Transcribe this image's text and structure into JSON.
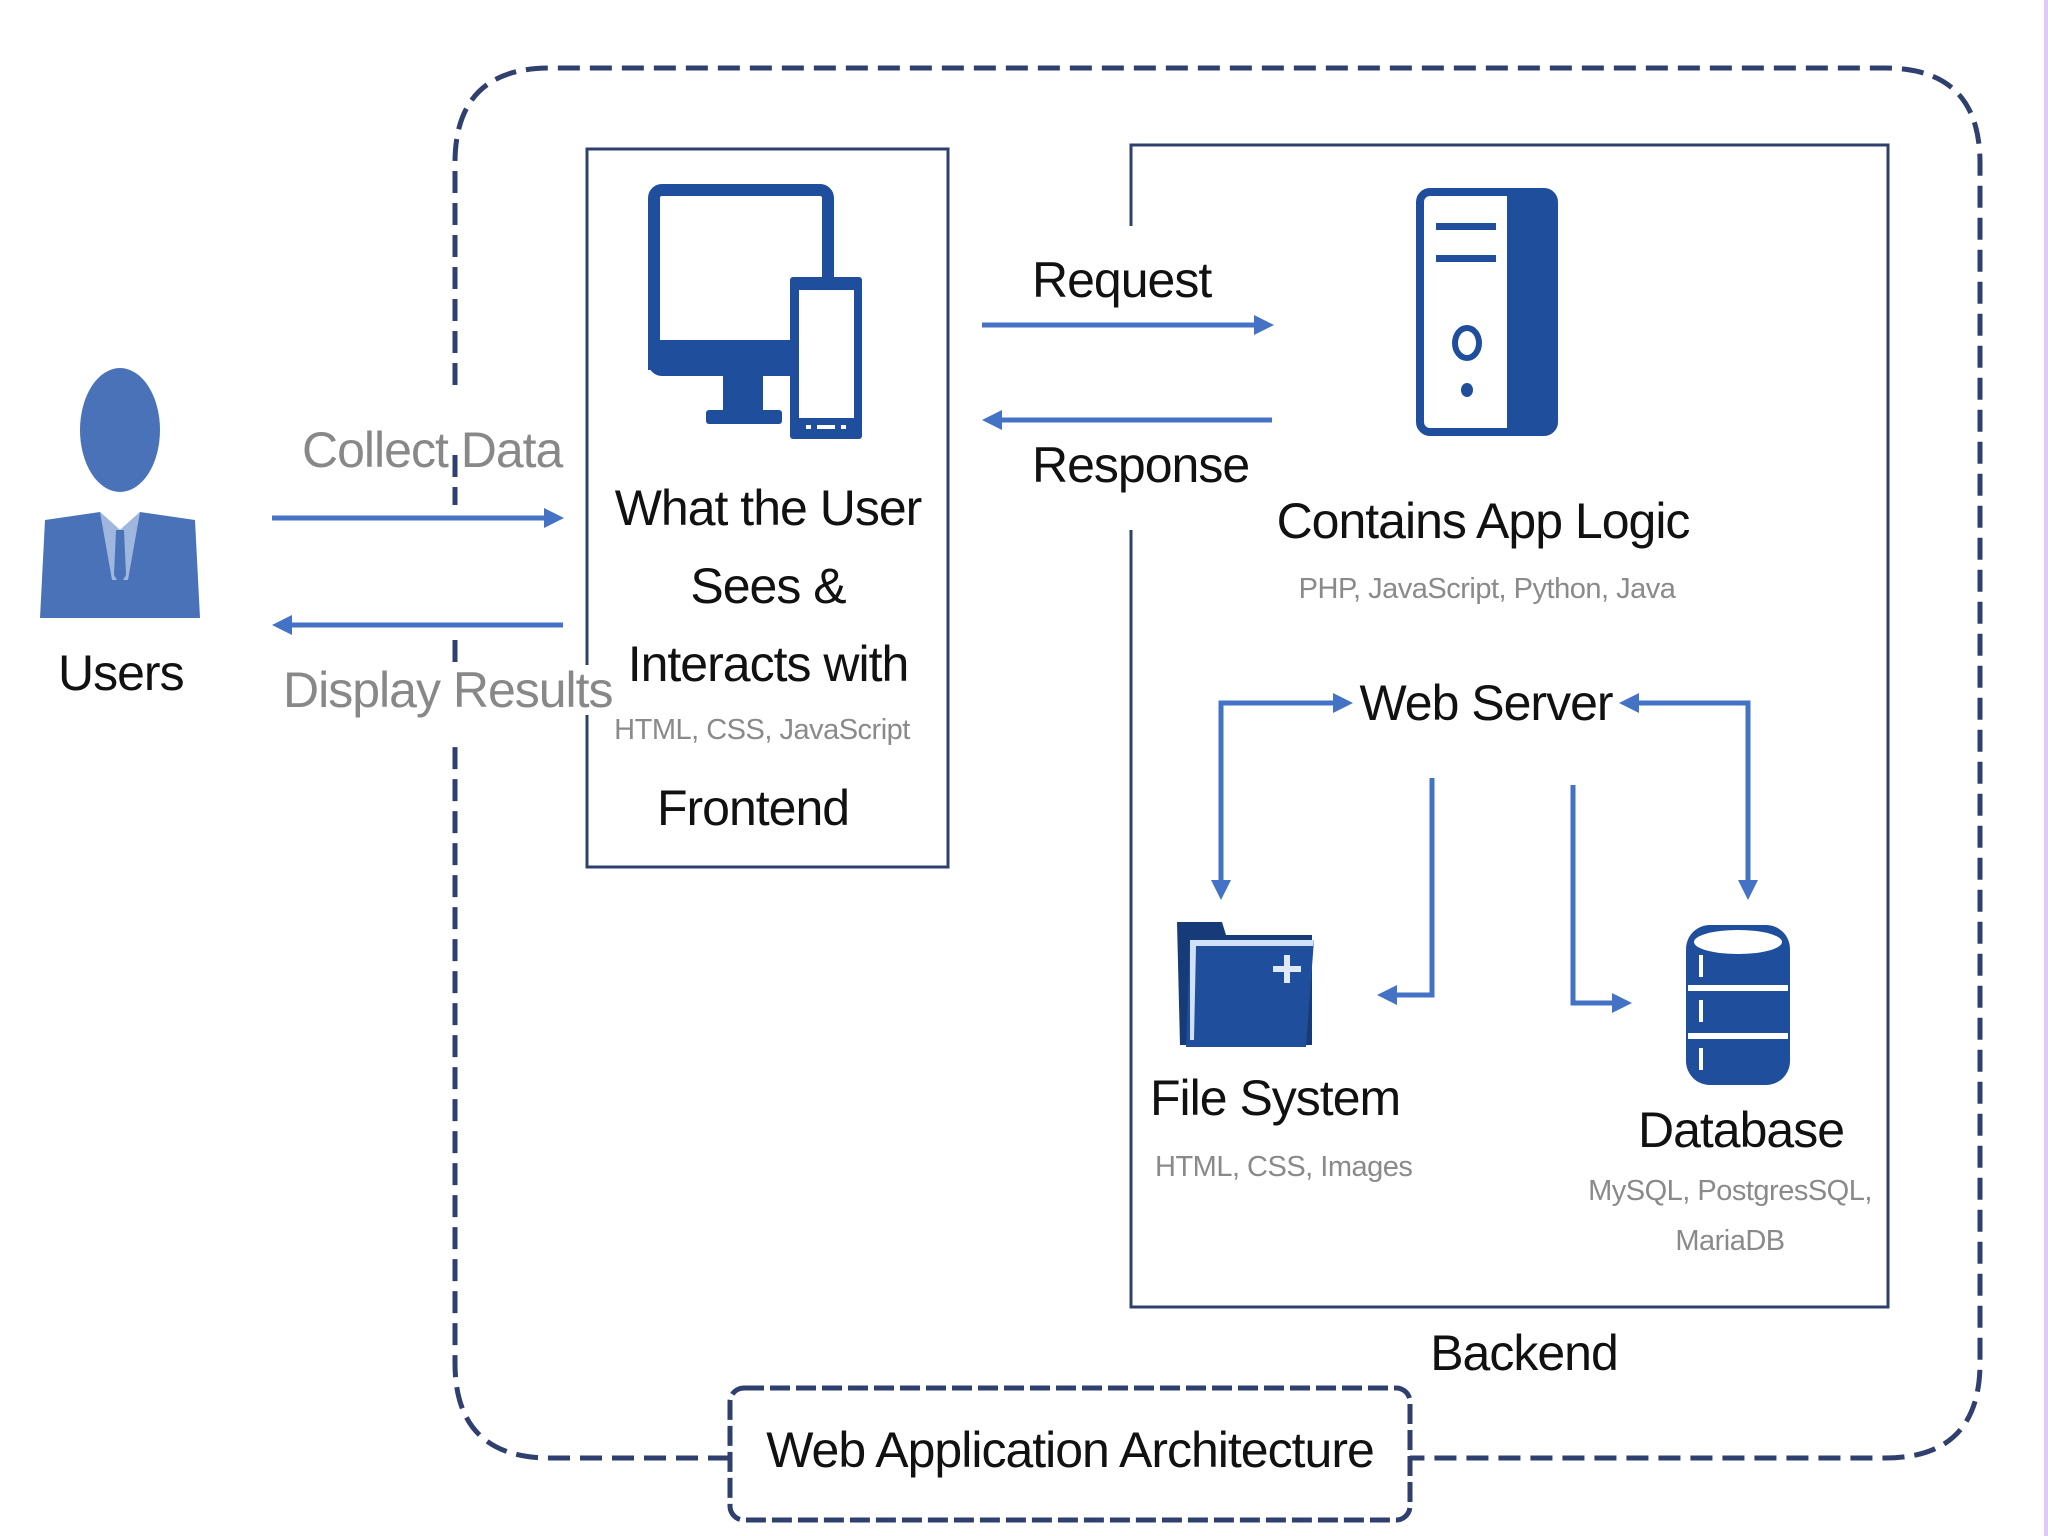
{
  "title": "Web Application Architecture",
  "colors": {
    "icon_blue": "#1f4e9c",
    "arrow_blue": "#4472c4",
    "border_navy": "#2f3f6e",
    "label_grey": "#888888",
    "label_dark": "#111111"
  },
  "users": {
    "label": "Users",
    "icon": "user-silhouette-icon"
  },
  "flows_user": {
    "collect": "Collect Data",
    "display": "Display Results"
  },
  "frontend": {
    "icon": "monitor-and-phone-icon",
    "description_lines": [
      "What the User",
      "Sees &",
      "Interacts with"
    ],
    "technologies": "HTML, CSS, JavaScript",
    "label": "Frontend"
  },
  "flows_server": {
    "request": "Request",
    "response": "Response"
  },
  "backend": {
    "label": "Backend",
    "app_logic": {
      "icon": "server-tower-icon",
      "title": "Contains App Logic",
      "technologies": "PHP, JavaScript, Python, Java"
    },
    "web_server": {
      "label": "Web Server"
    },
    "file_system": {
      "icon": "folder-plus-icon",
      "title": "File System",
      "technologies": "HTML, CSS, Images"
    },
    "database": {
      "icon": "database-icon",
      "title": "Database",
      "technologies_lines": [
        "MySQL, PostgresSQL,",
        "MariaDB"
      ]
    }
  }
}
